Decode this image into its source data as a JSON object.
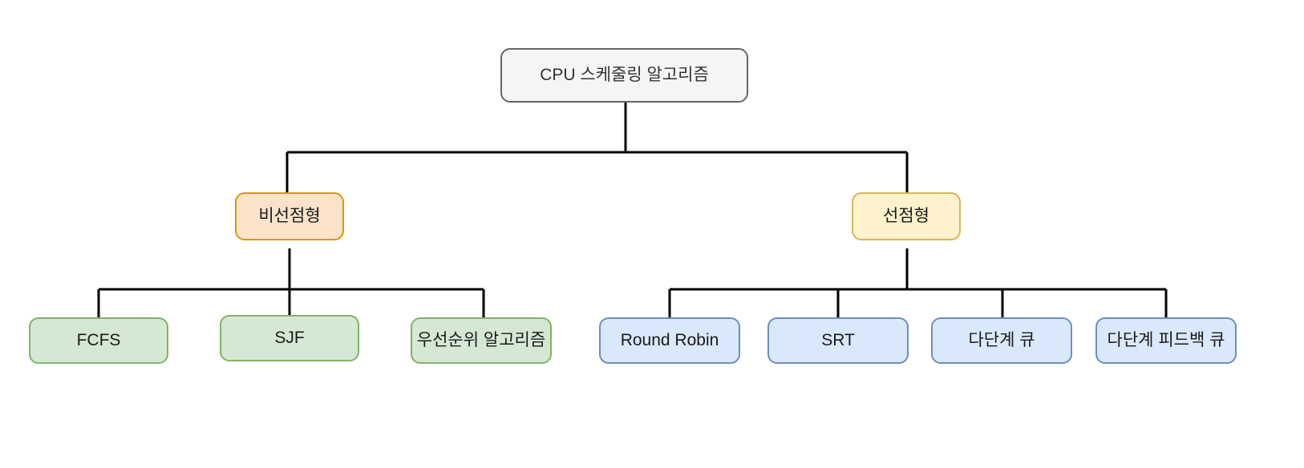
{
  "diagram": {
    "type": "tree-diagram",
    "title": "CPU 스케줄링 알고리즘",
    "background_color": "#ffffff",
    "edge_color": "#000000",
    "root": {
      "id": "root",
      "label": "CPU 스케줄링 알고리즘",
      "fill": "#f5f5f5",
      "stroke": "#666666",
      "text_color": "#333333"
    },
    "branches": [
      {
        "id": "non-preemptive",
        "label": "비선점형",
        "fill": "#fbe2ca",
        "stroke": "#d79b00",
        "children": [
          {
            "id": "fcfs",
            "label": "FCFS",
            "fill": "#d5e8d4",
            "stroke": "#82b366"
          },
          {
            "id": "sjf",
            "label": "SJF",
            "fill": "#d5e8d4",
            "stroke": "#82b366"
          },
          {
            "id": "priority",
            "label": "우선순위 알고리즘",
            "fill": "#d5e8d4",
            "stroke": "#82b366"
          }
        ]
      },
      {
        "id": "preemptive",
        "label": "선점형",
        "fill": "#fff2cc",
        "stroke": "#d6b656",
        "children": [
          {
            "id": "round-robin",
            "label": "Round Robin",
            "fill": "#dae8fc",
            "stroke": "#6c8ebf"
          },
          {
            "id": "srt",
            "label": "SRT",
            "fill": "#dae8fc",
            "stroke": "#6c8ebf"
          },
          {
            "id": "multilevel-queue",
            "label": "다단계 큐",
            "fill": "#dae8fc",
            "stroke": "#6c8ebf"
          },
          {
            "id": "multilevel-feedback-queue",
            "label": "다단계 피드백 큐",
            "fill": "#dae8fc",
            "stroke": "#6c8ebf"
          }
        ]
      }
    ]
  }
}
